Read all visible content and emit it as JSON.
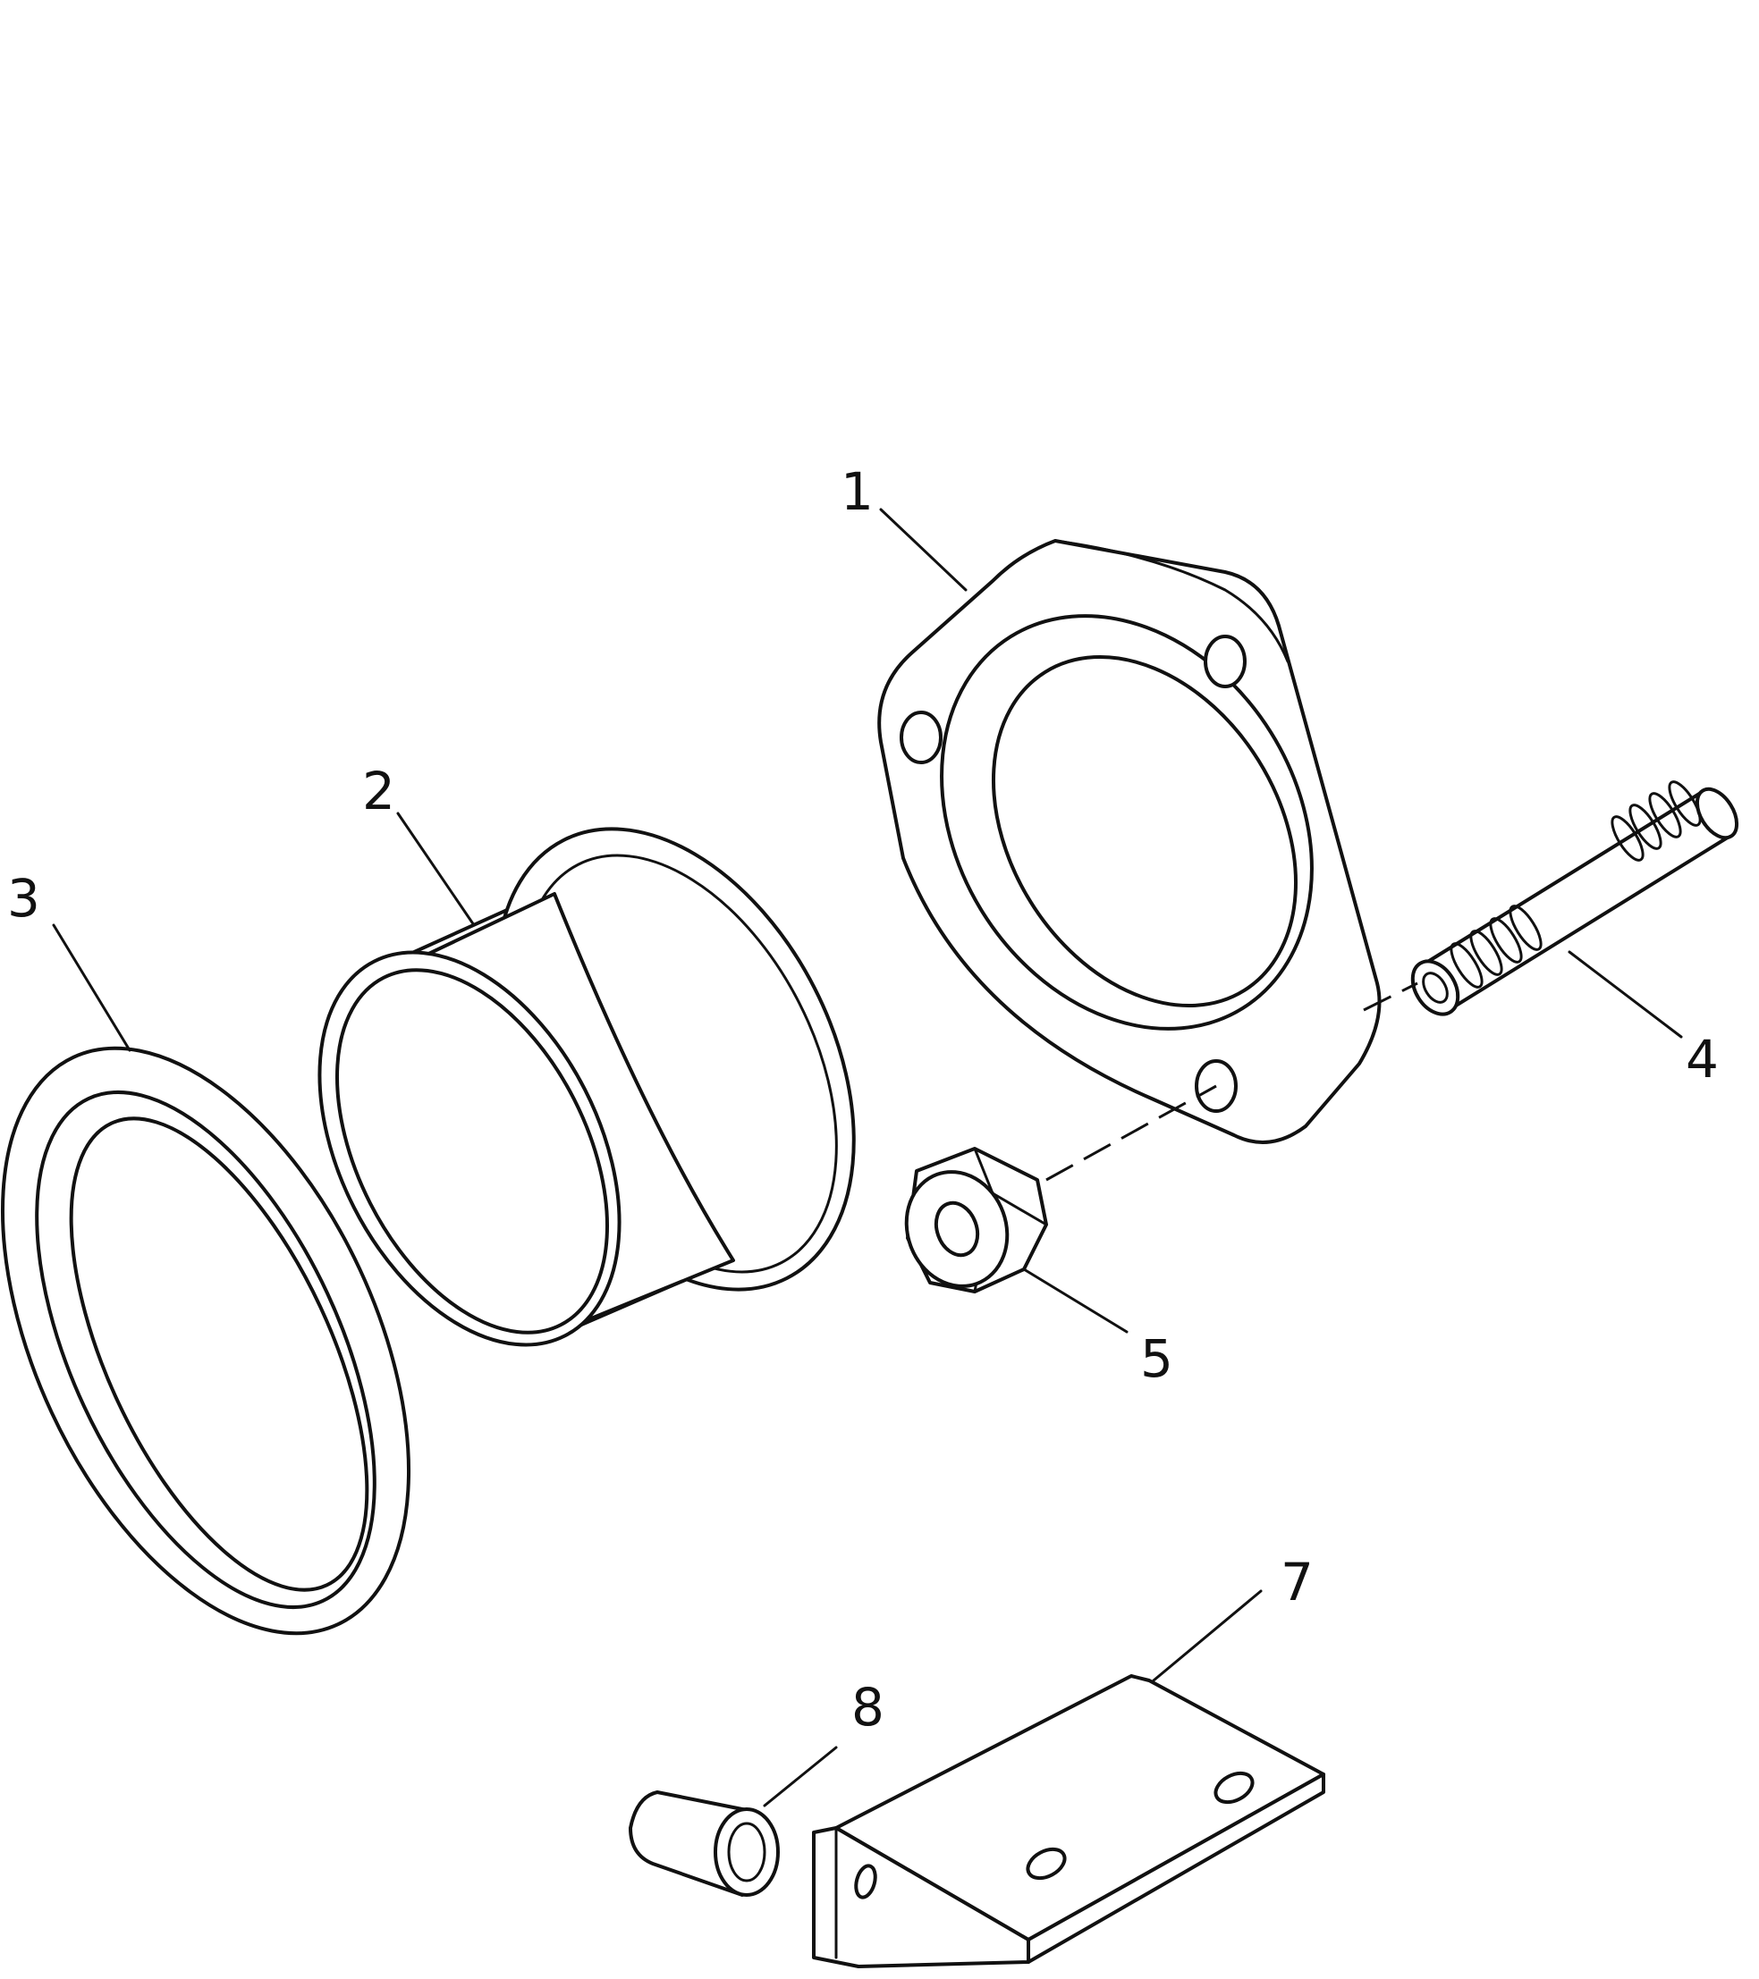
{
  "callouts": {
    "c1": "1",
    "c2": "2",
    "c3": "3",
    "c4": "4",
    "c5": "5",
    "c7": "7",
    "c8": "8"
  },
  "colors": {
    "line": "#111111",
    "background": "#ffffff"
  }
}
